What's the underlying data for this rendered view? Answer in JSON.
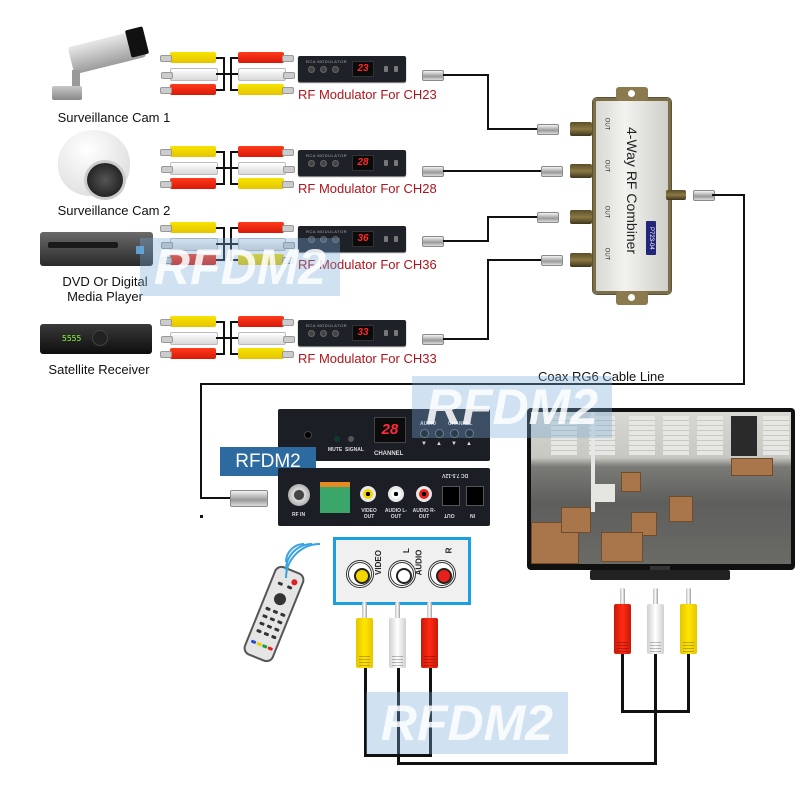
{
  "sources": [
    {
      "label": "Surveillance Cam 1",
      "icon": "bullet-camera-icon"
    },
    {
      "label": "Surveillance Cam 2",
      "icon": "dome-camera-icon"
    },
    {
      "label": "DVD Or Digital Media Player",
      "label_lines": [
        "DVD Or Digital",
        "Media Player"
      ],
      "icon": "dvd-player-icon"
    },
    {
      "label": "Satellite Receiver",
      "icon": "satellite-receiver-icon",
      "display": "5555"
    }
  ],
  "modulators": [
    {
      "label": "RF Modulator For CH23",
      "channel": "23"
    },
    {
      "label": "RF Modulator For CH28",
      "channel": "28"
    },
    {
      "label": "RF Modulator For CH36",
      "channel": "36"
    },
    {
      "label": "RF Modulator For CH33",
      "channel": "33"
    }
  ],
  "modulator_panel": {
    "title": "RCA MODULATOR"
  },
  "combiner": {
    "title": "4-Way RF Combiner",
    "port_label": "OUT",
    "badge": "P723-04"
  },
  "cable_label": "Coax RG6 Cable Line",
  "demodulator": {
    "badge": "RFDM2",
    "channel": "28",
    "front_labels": {
      "mute": "MUTE",
      "signal": "SIGNAL",
      "channel": "CHANNEL",
      "audio": "AUDIO",
      "channel_group": "CHANNEL"
    },
    "rear_labels": {
      "rf_in": "RF IN",
      "video_out": "VIDEO OUT",
      "audio_l": "AUDIO L-OUT",
      "audio_r": "AUDIO R-OUT",
      "dc_out": "OUT",
      "dc_in": "IN",
      "dc_spec": "DC 7.5-12V"
    }
  },
  "av_panel": {
    "video": "VIDEO",
    "audio": "AUDIO",
    "l": "L",
    "r": "R"
  },
  "watermark": "RFDM2",
  "colors": {
    "rca_yellow": "#f2d600",
    "rca_white": "#f4f4f4",
    "rca_red": "#e8201a",
    "mod_label": "#b0141c",
    "badge_blue": "#2c6aa0",
    "av_border": "#1aa0e0"
  }
}
